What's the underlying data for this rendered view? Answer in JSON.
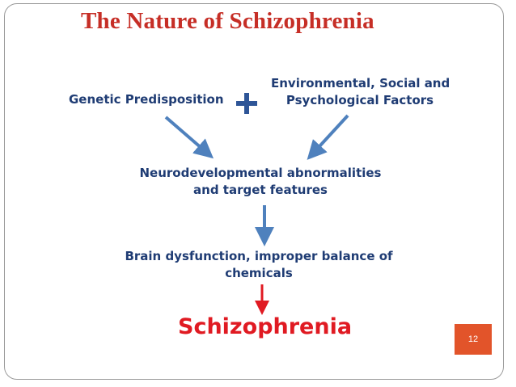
{
  "slide": {
    "title": "The Nature of Schizophrenia",
    "page_number": "12"
  },
  "diagram": {
    "nodes": {
      "genetic": "Genetic Predisposition",
      "environmental": {
        "line1": "Environmental, Social and",
        "line2": "Psychological Factors"
      },
      "neurodevelopmental": {
        "line1": "Neurodevelopmental abnormalities",
        "line2": "and target features"
      },
      "brain": {
        "line1": "Brain dysfunction, improper balance of",
        "line2": "chemicals"
      },
      "outcome": "Schizophrenia"
    },
    "icons": {
      "combine": "plus-icon",
      "flow_arrow": "arrow-icon"
    },
    "colors": {
      "title": "#c62e26",
      "node_text": "#1f3c74",
      "arrow": "#4f81bd",
      "outcome": "#e01a22",
      "plus": "#2e5597",
      "badge": "#e2542a"
    }
  }
}
